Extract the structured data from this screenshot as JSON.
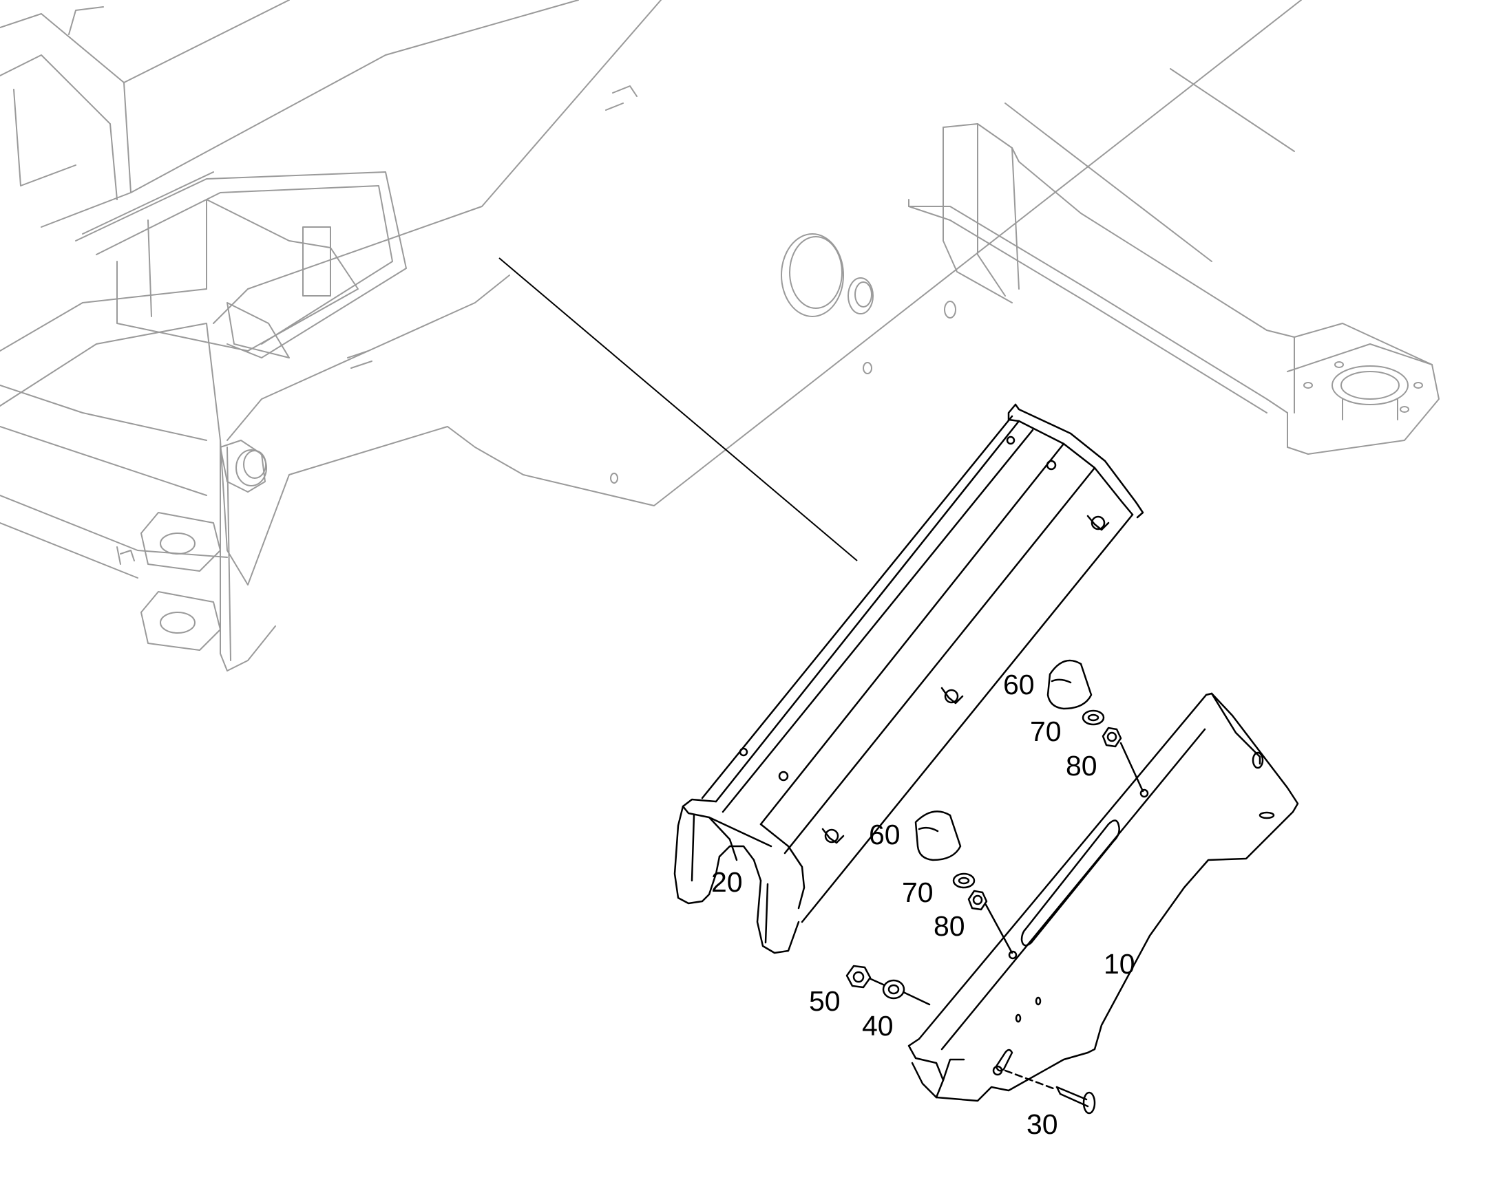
{
  "callouts": [
    {
      "label": "60"
    },
    {
      "label": "70"
    },
    {
      "label": "80"
    },
    {
      "label": "60"
    },
    {
      "label": "70"
    },
    {
      "label": "80"
    },
    {
      "label": "20"
    },
    {
      "label": "10"
    },
    {
      "label": "50"
    },
    {
      "label": "40"
    },
    {
      "label": "30"
    }
  ],
  "colors": {
    "background": "#ffffff",
    "frame_lines": "#9a9a9a",
    "part_lines": "#000000"
  }
}
